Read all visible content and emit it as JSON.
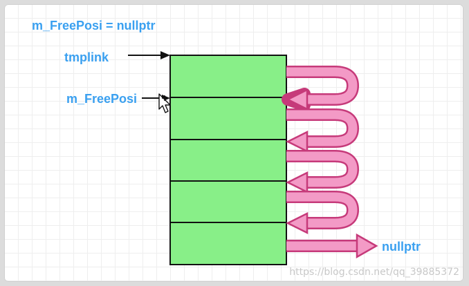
{
  "labels": {
    "top_assignment": "m_FreePosi = nullptr",
    "pointer_tmplink": "tmplink",
    "pointer_freeposi": "m_FreePosi",
    "end_target": "nullptr"
  },
  "blocks": {
    "count": 5
  },
  "watermark": "https://blog.csdn.net/qq_39885372",
  "colors": {
    "block_fill": "#88ef88",
    "block_stroke": "#111111",
    "link_arrow_fill": "#f39ac6",
    "link_arrow_stroke": "#c63a7a",
    "label_text": "#3aa0f0",
    "pointer_arrow": "#111111"
  },
  "icons": {
    "cursor": "move-cursor-icon"
  }
}
